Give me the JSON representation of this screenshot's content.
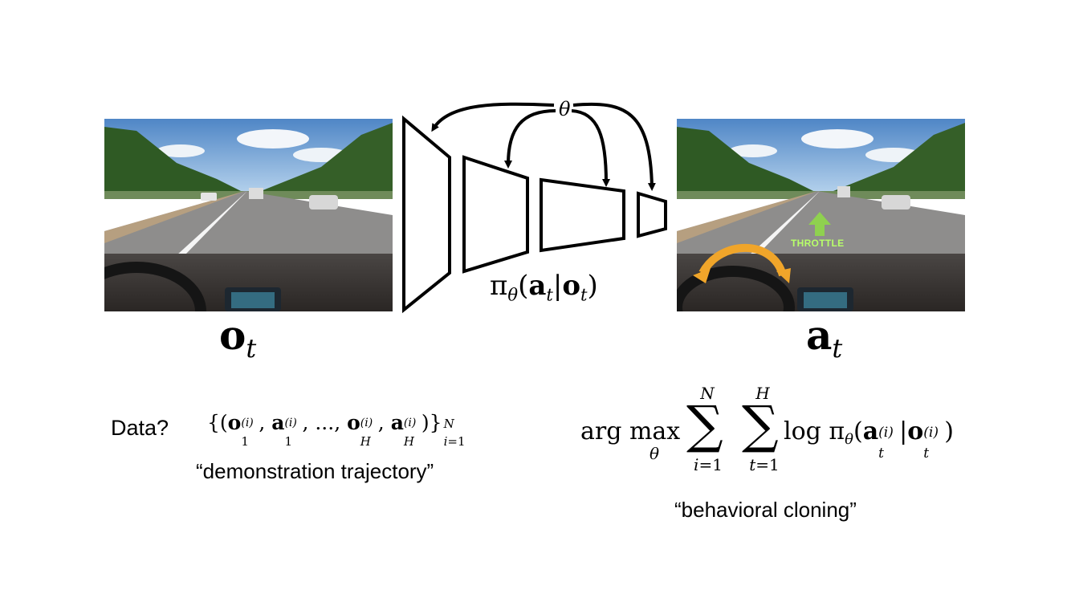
{
  "network": {
    "parameter": "θ",
    "policy": {
      "pi": "π",
      "theta": "θ",
      "action": "a",
      "obs": "o",
      "t": "t"
    }
  },
  "left_image": {
    "label_var": "o",
    "label_sub": "t"
  },
  "right_image": {
    "label_var": "a",
    "label_sub": "t",
    "overlay_text": "THROTTLE"
  },
  "data_section": {
    "question": "Data?",
    "caption": "“demonstration trajectory”"
  },
  "objective": {
    "caption": "“behavioral cloning”"
  },
  "colors": {
    "arrow_orange": "#f0a52a",
    "throttle_green": "#8fd14f"
  }
}
